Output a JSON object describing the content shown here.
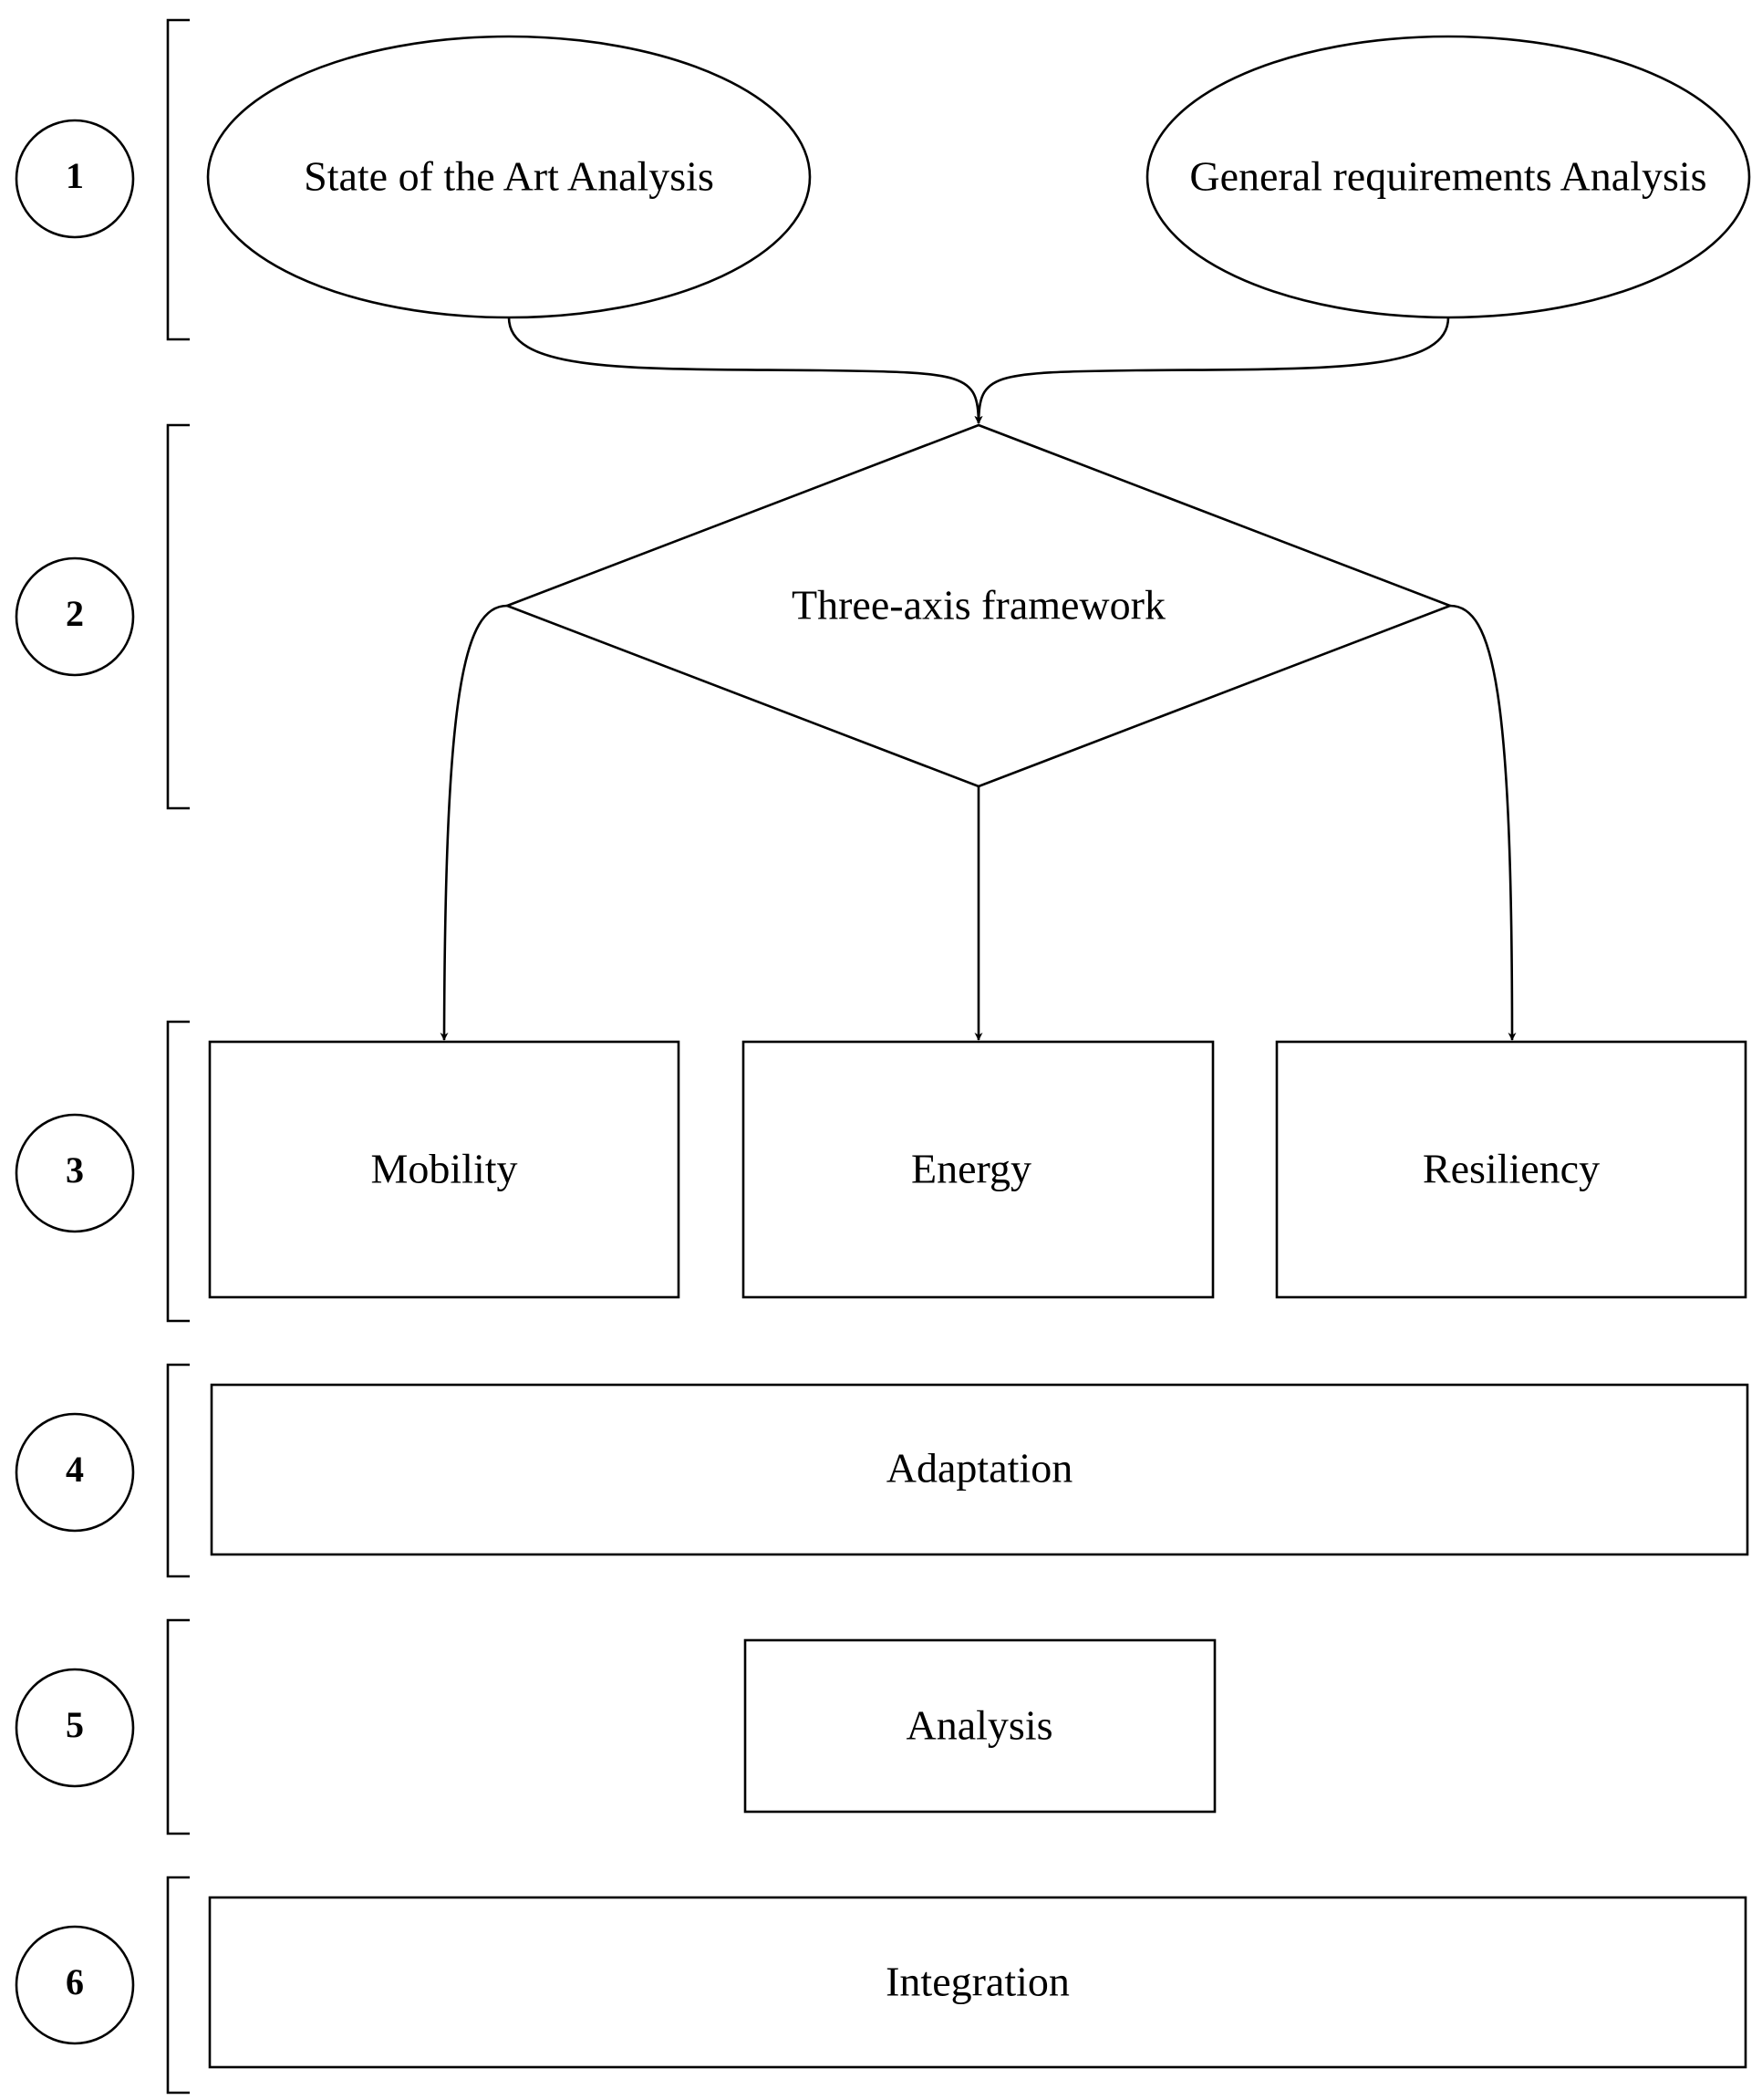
{
  "steps": [
    "1",
    "2",
    "3",
    "4",
    "5",
    "6"
  ],
  "nodes": {
    "state_of_art": "State of the Art Analysis",
    "general_requirements": "General requirements Analysis",
    "framework": "Three-axis framework",
    "mobility": "Mobility",
    "energy": "Energy",
    "resiliency": "Resiliency",
    "adaptation": "Adaptation",
    "analysis": "Analysis",
    "integration": "Integration"
  },
  "colors": {
    "stroke": "#000000",
    "background": "#ffffff"
  }
}
